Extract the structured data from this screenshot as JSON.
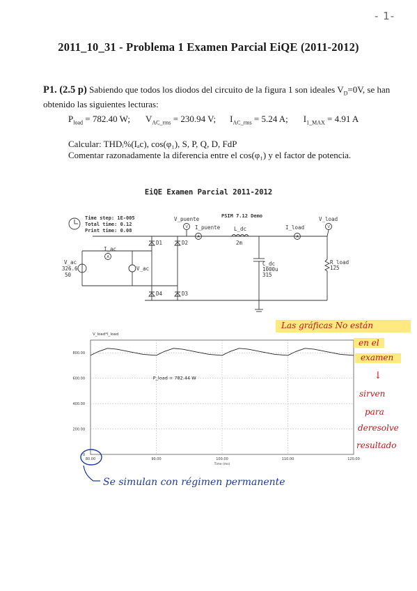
{
  "page_number": "- 1-",
  "heading": "2011_10_31 - Problema 1 Examen Parcial EiQE (2011-2012)",
  "problem": {
    "label": "P1. (2.5 p)",
    "statement_1": "Sabiendo que todos los diodos del circuito de la figura 1 son ideales V",
    "statement_sub": "D",
    "statement_2": "=0V, se han obtenido las siguientes lecturas:"
  },
  "readings": [
    {
      "name": "P",
      "sub": "load",
      "value": " = 782.40 W;"
    },
    {
      "name": "V",
      "sub": "AC_rms",
      "value": " = 230.94 V;"
    },
    {
      "name": "I",
      "sub": "AC_rms",
      "value": " = 5.24 A;"
    },
    {
      "name": "I",
      "sub": "1_MAX",
      "value": " = 4.91 A"
    }
  ],
  "calc_line": "Calcular: THDᵢ%(Iₐc), cos(φ₁), S, P, Q, D, FdP",
  "comment_line": "Comentar razonadamente la diferencia entre el cos(φ₁) y el factor de potencia.",
  "sim": {
    "title": "EiQE Examen Parcial 2011-2012",
    "psim": "PSIM 7.12 Demo",
    "time_step": "Time step: 1E-005",
    "total_time": "Total time: 0.12",
    "print_time": "Print time: 0.08",
    "labels": {
      "v_puente": "V_puente",
      "i_puente": "I_puente",
      "l_dc": "L_dc",
      "l_val": "2m",
      "i_load": "I_load",
      "v_load": "V_load",
      "i_ac": "I_ac",
      "v_ac": "V_ac",
      "v_ac_amp": "326.6",
      "v_ac_freq": "50",
      "v_ac_meter": "V_ac",
      "c_dc": "C_dc",
      "c_val1": "1000u",
      "c_val2": "315",
      "r_load": "R_load",
      "r_val": "125",
      "d1": "D1",
      "d2": "D2",
      "d3": "D3",
      "d4": "D4"
    }
  },
  "chart_data": {
    "type": "line",
    "title": "V_load*I_load",
    "xlabel": "Time (ms)",
    "x_ticks": [
      "80.00",
      "90.00",
      "100.00",
      "110.00",
      "120.00"
    ],
    "y_ticks": [
      "0",
      "200.00",
      "400.00",
      "600.00",
      "800.00"
    ],
    "xlim": [
      80,
      120
    ],
    "ylim": [
      0,
      900
    ],
    "annotation": "P_load = 782.44 W",
    "series": [
      {
        "values_x": [
          80,
          81.2,
          82.6,
          84,
          86,
          88,
          90,
          91.2,
          92.6,
          94,
          96,
          98,
          100,
          101.2,
          102.6,
          104,
          106,
          108,
          110,
          111.2,
          112.6,
          114,
          116,
          118,
          120
        ],
        "values_y": [
          780,
          810,
          835,
          828,
          808,
          788,
          780,
          810,
          835,
          828,
          808,
          788,
          780,
          810,
          835,
          828,
          808,
          788,
          780,
          810,
          835,
          828,
          808,
          788,
          780
        ]
      }
    ]
  },
  "handwriting": {
    "red": [
      "Las gráficas No están",
      "en el",
      "examen",
      "↓",
      "sirven",
      "para",
      "deresolve",
      "resultado"
    ],
    "blue": "Se simulan con régimen permanente"
  },
  "colors": {
    "ink": "#1a1a1a",
    "red_pen": "#c0181a",
    "blue_pen": "#1b3aa8",
    "highlight": "#ffe56b"
  }
}
